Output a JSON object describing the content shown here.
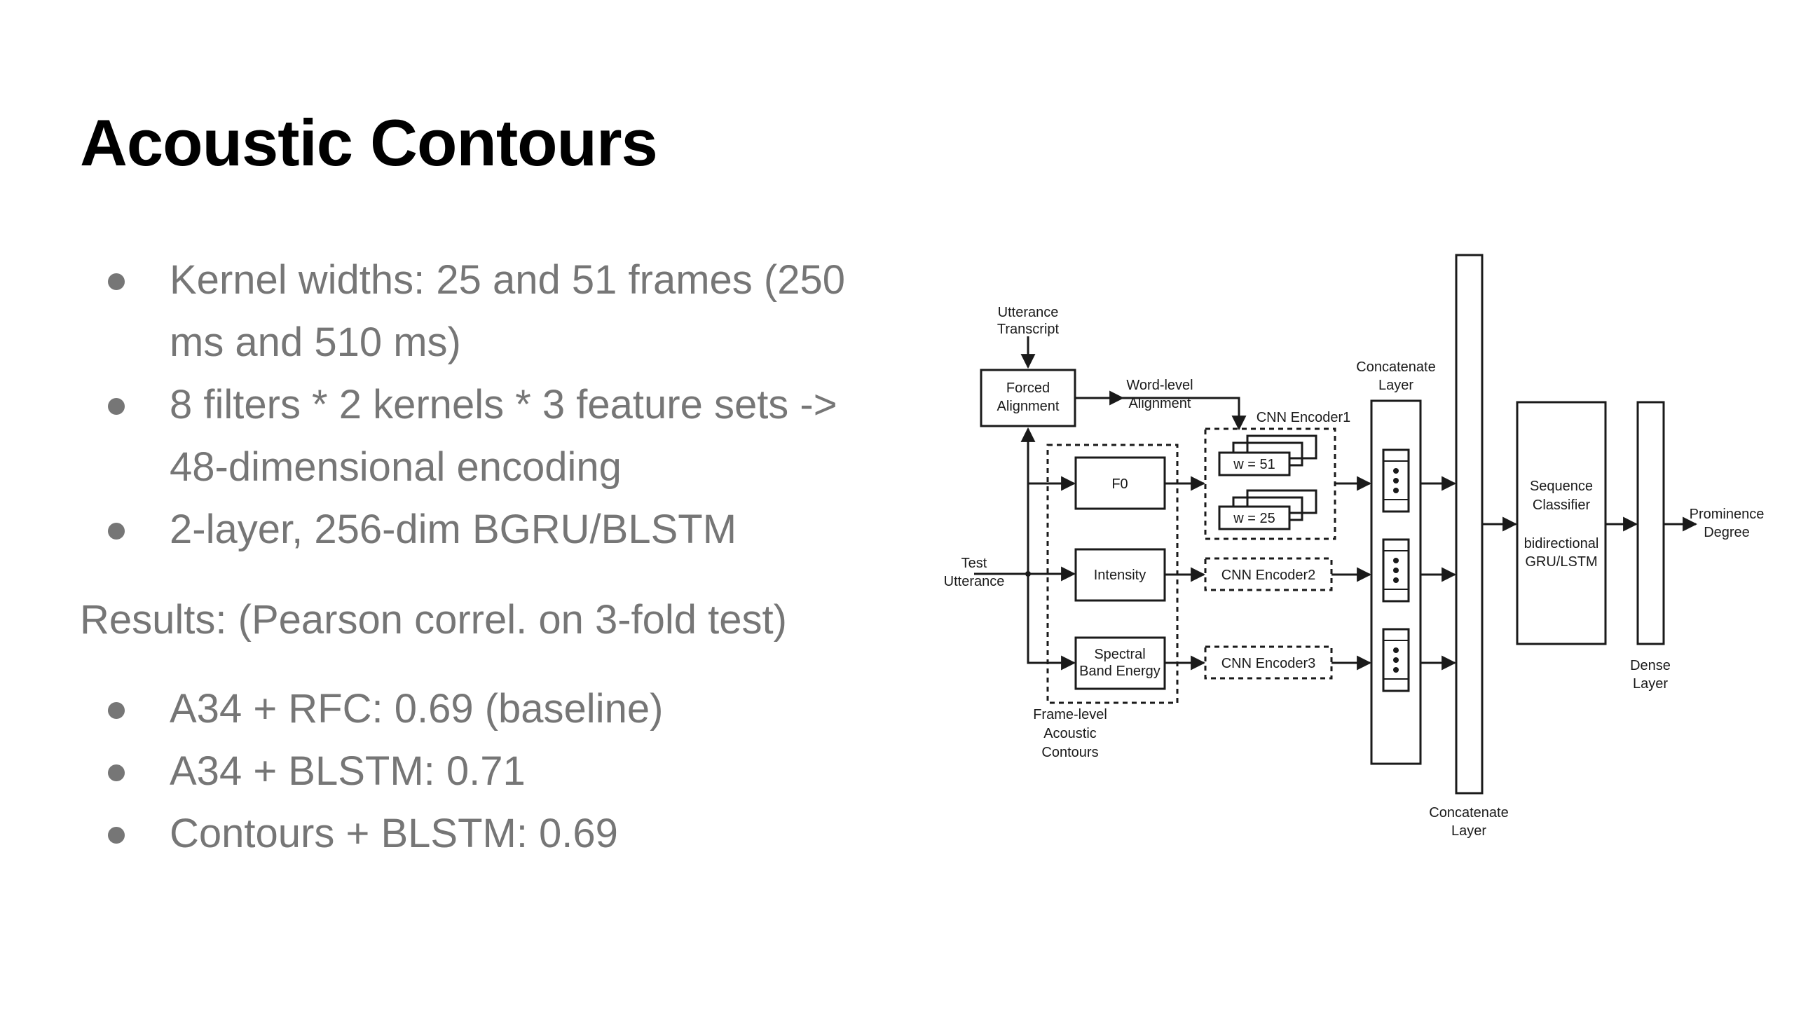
{
  "slide": {
    "title": "Acoustic Contours",
    "bullets_top": [
      "Kernel widths: 25 and 51 frames (250 ms and 510 ms)",
      "8 filters * 2 kernels * 3 feature sets -> 48-dimensional encoding",
      "2-layer, 256-dim BGRU/BLSTM"
    ],
    "results_heading": "Results: (Pearson correl. on 3-fold test)",
    "bullets_results": [
      "A34 + RFC: 0.69  (baseline)",
      "A34 + BLSTM: 0.71",
      "Contours + BLSTM: 0.69"
    ]
  },
  "diagram": {
    "utterance_transcript": [
      "Utterance",
      "Transcript"
    ],
    "forced_alignment": [
      "Forced",
      "Alignment"
    ],
    "word_level_alignment": [
      "Word-level",
      "Alignment"
    ],
    "cnn_encoder1": "CNN Encoder1",
    "kernel_51": "w = 51",
    "kernel_25": "w = 25",
    "concat_layer_top": [
      "Concatenate",
      "Layer"
    ],
    "f0": "F0",
    "intensity": "Intensity",
    "spectral": [
      "Spectral",
      "Band Energy"
    ],
    "test_utterance": [
      "Test",
      "Utterance"
    ],
    "cnn_encoder2": "CNN Encoder2",
    "cnn_encoder3": "CNN Encoder3",
    "frame_level": [
      "Frame-level",
      "Acoustic",
      "Contours"
    ],
    "sequence_classifier": [
      "Sequence",
      "Classifier"
    ],
    "bidirectional": [
      "bidirectional",
      "GRU/LSTM"
    ],
    "dense_layer": [
      "Dense",
      "Layer"
    ],
    "prominence_degree": [
      "Prominence",
      "Degree"
    ],
    "concat_layer_bottom": [
      "Concatenate",
      "Layer"
    ]
  }
}
